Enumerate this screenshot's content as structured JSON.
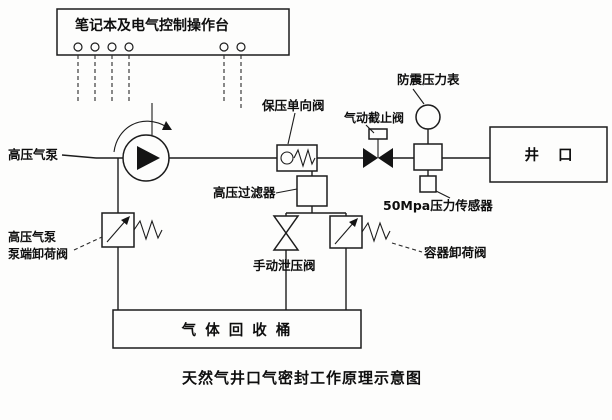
{
  "diagram": {
    "caption": "天然气井口气密封工作原理示意图",
    "console": {
      "label": "笔记本及电气控制操作台",
      "port_count": 6
    },
    "labels": {
      "pump": "高压气泵",
      "check_valve": "保压单向阀",
      "filter": "高压过滤器",
      "pneumatic_stop_valve": "气动截止阀",
      "gauge": "防震压力表",
      "wellhead": "井 口",
      "sensor": "50Mpa压力传感器",
      "pump_unload_line1": "高压气泵",
      "pump_unload_line2": "泵端卸荷阀",
      "manual_relief": "手动泄压阀",
      "container_unload": "容器卸荷阀",
      "recovery_tank": "气 体 回 收 桶"
    },
    "colors": {
      "line": "#1c1c1c",
      "text": "#0e0e0e",
      "background": "#fdfdfc",
      "valve_fill": "#141414"
    }
  }
}
